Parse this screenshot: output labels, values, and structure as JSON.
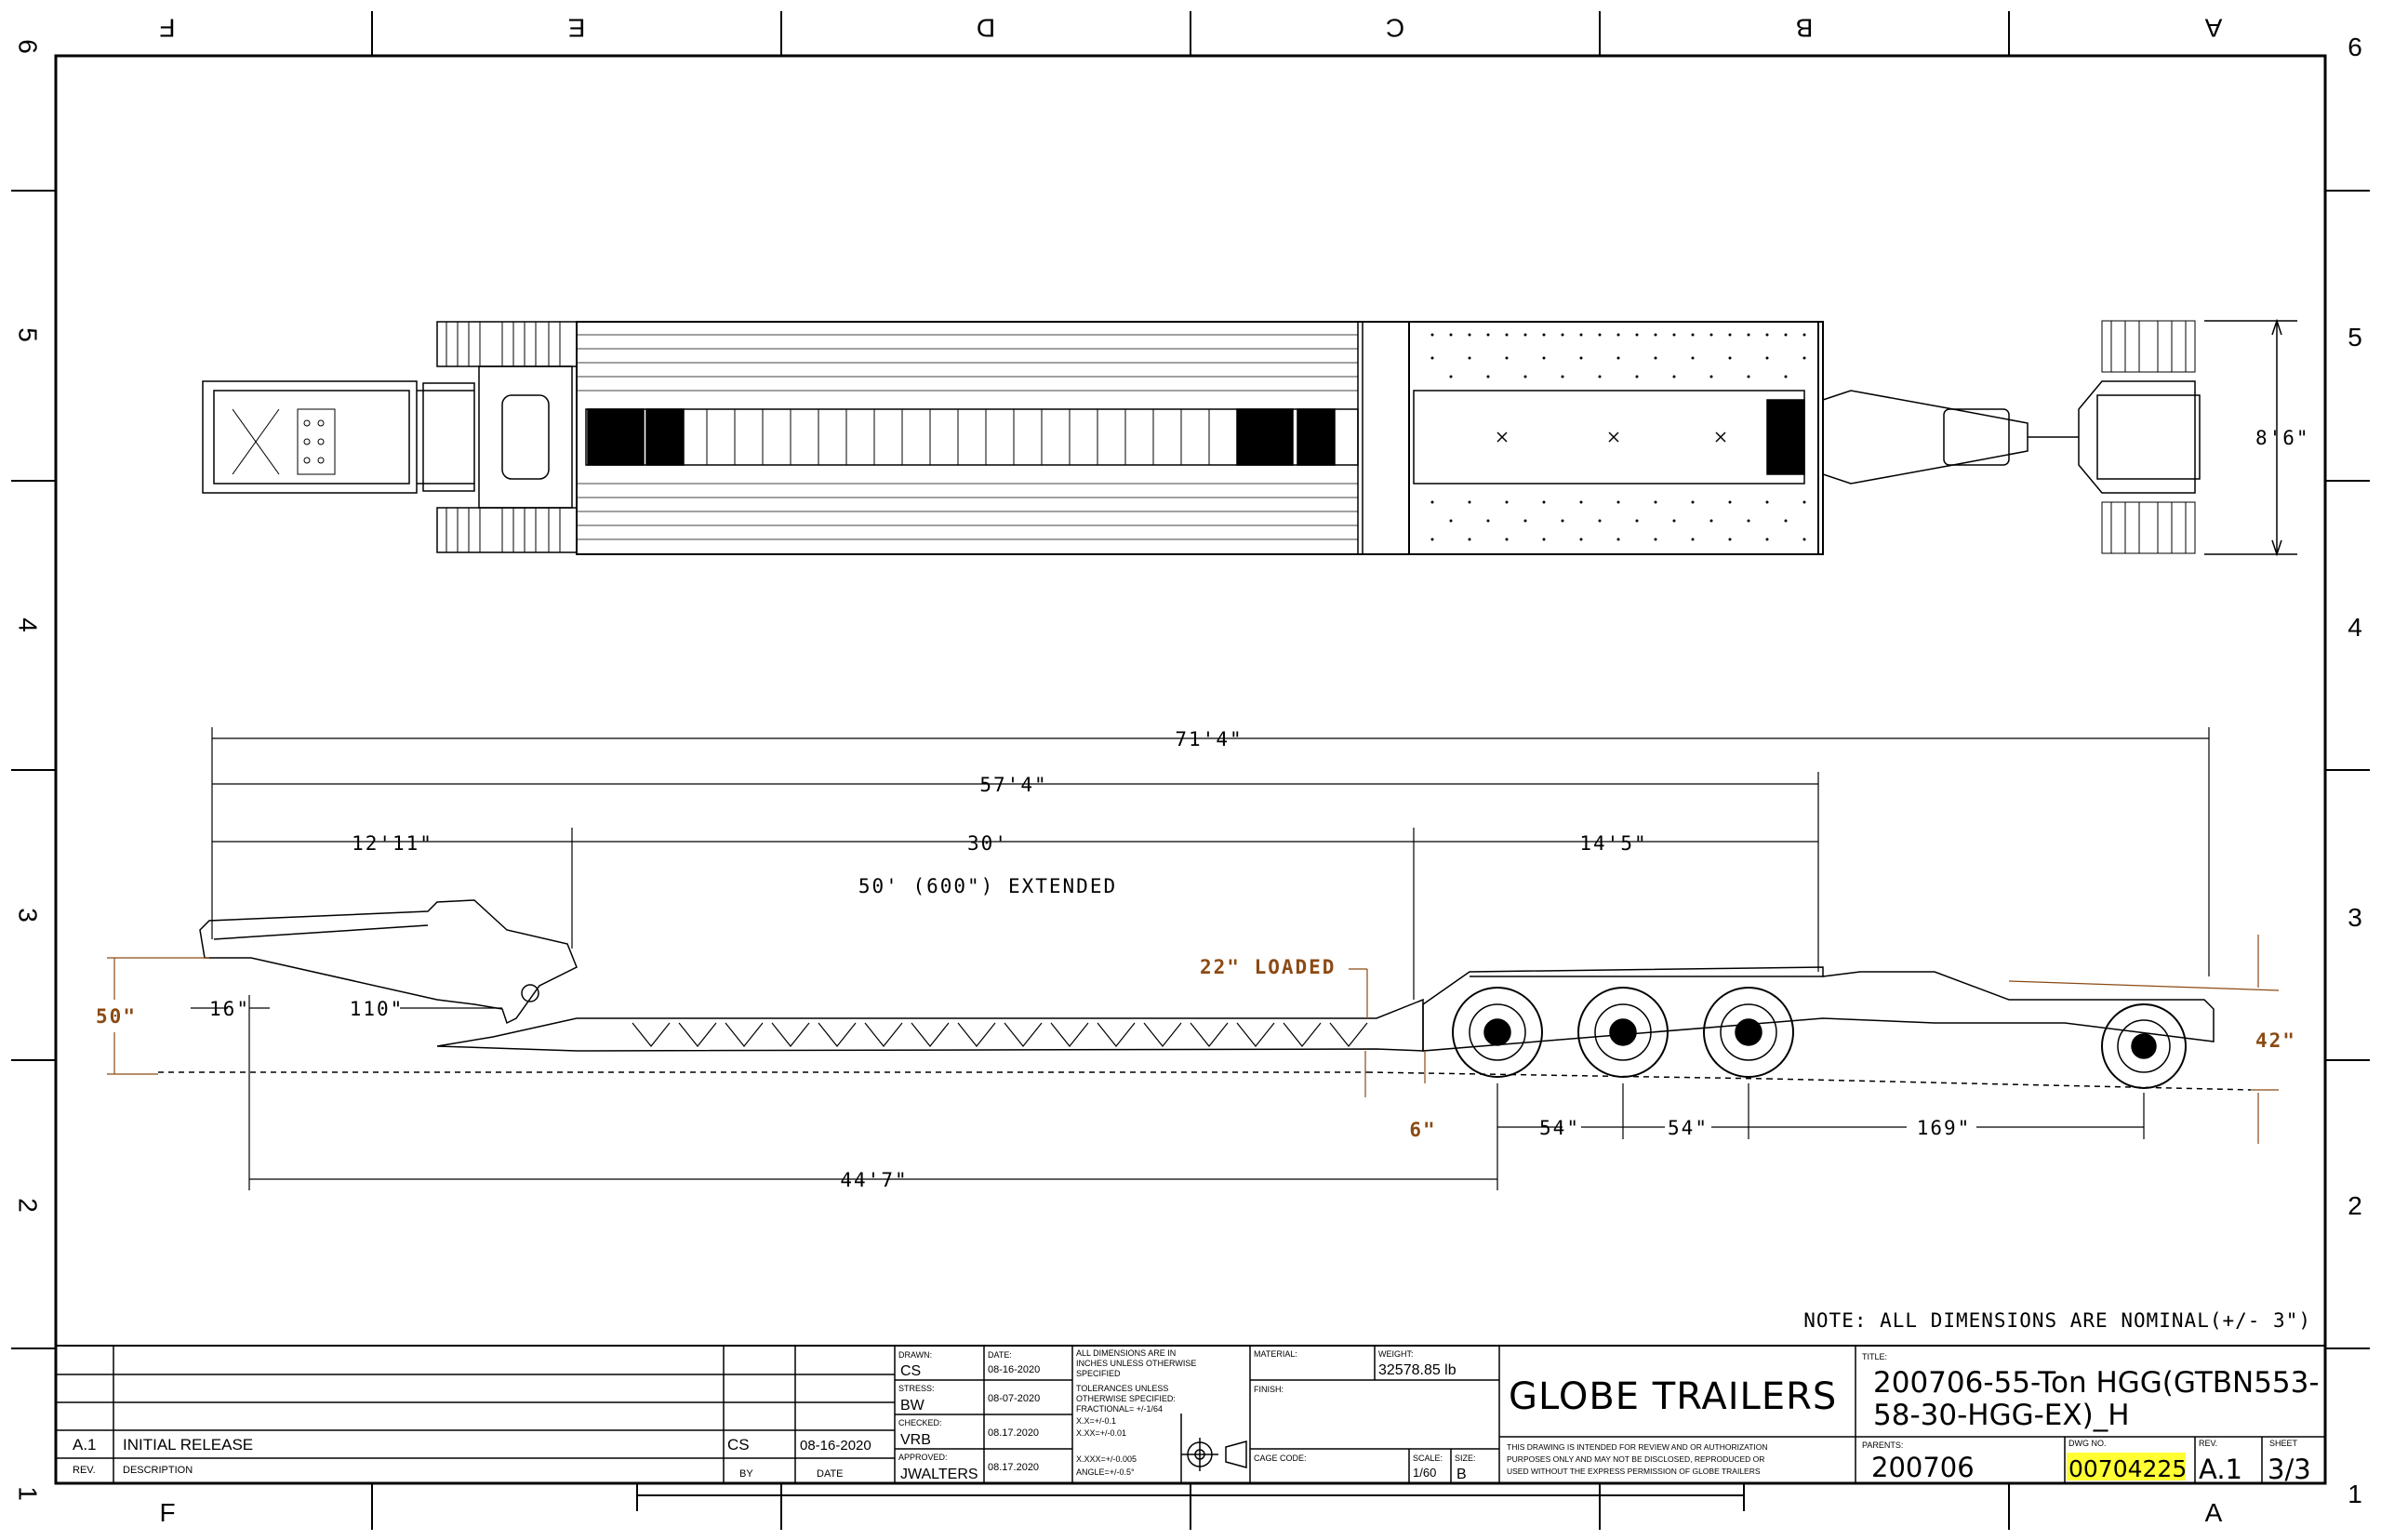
{
  "zones": {
    "columns": [
      "F",
      "E",
      "D",
      "C",
      "B",
      "A"
    ],
    "rows": [
      "6",
      "5",
      "4",
      "3",
      "2",
      "1"
    ]
  },
  "dimensions": {
    "width_top": "8'6\"",
    "overall": "71'4\"",
    "deck_to_b": "57'4\"",
    "gooseneck": "12'11\"",
    "deck": "30'",
    "rear": "14'5\"",
    "extended": "50' (600\") EXTENDED",
    "height_50": "50\"",
    "d16": "16\"",
    "d110": "110\"",
    "loaded": "22\"  LOADED",
    "height_42": "42\"",
    "clearance_6": "6\"",
    "axle_1": "54\"",
    "axle_2": "54\"",
    "d169": "169\"",
    "d44_7": "44'7\""
  },
  "note": "NOTE: ALL DIMENSIONS ARE NOMINAL(+/- 3\")",
  "title_block": {
    "revisions": [
      {
        "rev": "A.1",
        "description": "INITIAL RELEASE",
        "by": "CS",
        "date": "08-16-2020"
      }
    ],
    "rev_header": "REV.",
    "desc_header": "DESCRIPTION",
    "by_header": "BY",
    "date_header": "DATE",
    "drawn_label": "DRAWN:",
    "drawn": "CS",
    "drawn_date_label": "DATE:",
    "drawn_date": "08-16-2020",
    "stress_label": "STRESS:",
    "stress": "BW",
    "stress_date": "08-07-2020",
    "checked_label": "CHECKED:",
    "checked": "VRB",
    "checked_date": "08.17.2020",
    "approved_label": "APPROVED:",
    "approved": "JWALTERS",
    "approved_date": "08.17.2020",
    "tolerance_lines": [
      "ALL DIMENSIONS ARE IN",
      "INCHES UNLESS OTHERWISE",
      "SPECIFIED",
      "TOLERANCES UNLESS",
      "OTHERWISE SPECIFIED:",
      "FRACTIONAL= +/-1/64",
      "X.X=+/-0.1",
      "X.XX=+/-0.01",
      "X.XXX=+/-0.005",
      "ANGLE=+/-0.5°"
    ],
    "material_label": "MATERIAL:",
    "weight_label": "WEIGHT:",
    "weight": "32578.85 lb",
    "finish_label": "FINISH:",
    "cage_label": "CAGE CODE:",
    "scale_label": "SCALE:",
    "scale": "1/60",
    "size_label": "SIZE:",
    "size": "B",
    "company": "GLOBE TRAILERS",
    "disclaimer_lines": [
      "THIS DRAWING IS INTENDED FOR REVIEW AND OR AUTHORIZATION",
      "PURPOSES ONLY AND MAY NOT BE DISCLOSED, REPRODUCED OR",
      "USED WITHOUT THE EXPRESS PERMISSION OF GLOBE TRAILERS"
    ],
    "title_label": "TITLE:",
    "title_line1": "200706-55-Ton HGG(GTBN553-",
    "title_line2": "58-30-HGG-EX)_H",
    "parents_label": "PARENTS:",
    "parents": "200706",
    "dwg_label": "DWG NO.",
    "dwg_no": "00704225",
    "rev_label": "REV.",
    "rev": "A.1",
    "sheet_label": "SHEET",
    "sheet": "3/3"
  },
  "colors": {
    "ink": "#000000",
    "dimension_accent": "#8b4a14",
    "highlight": "#ffff33",
    "background": "#ffffff"
  }
}
